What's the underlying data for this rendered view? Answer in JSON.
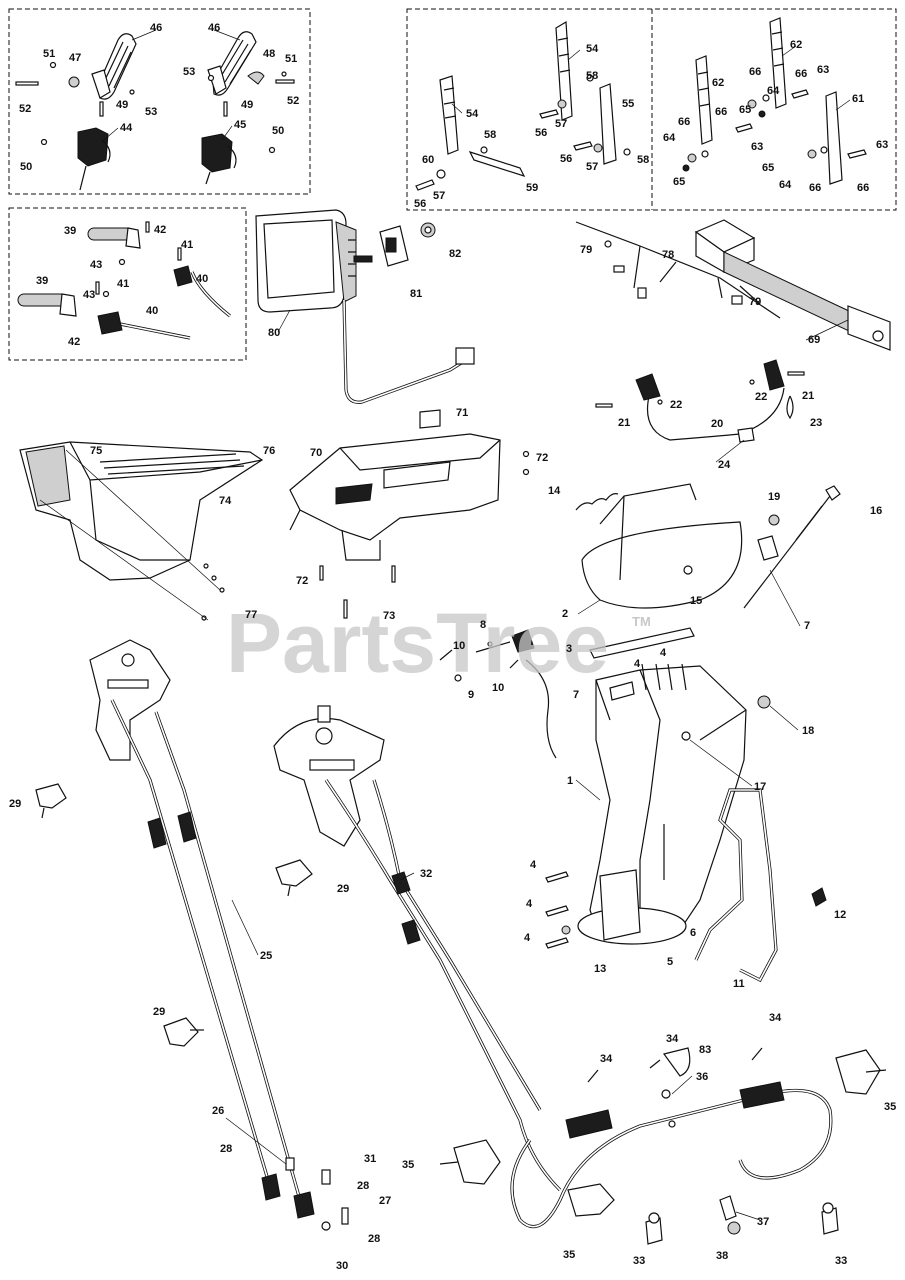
{
  "watermark": {
    "text": "PartsTree",
    "trademark": "TM"
  },
  "labels": [
    {
      "id": "46a",
      "text": "46"
    },
    {
      "id": "46b",
      "text": "46"
    },
    {
      "id": "51a",
      "text": "51"
    },
    {
      "id": "47",
      "text": "47"
    },
    {
      "id": "48",
      "text": "48"
    },
    {
      "id": "51b",
      "text": "51"
    },
    {
      "id": "53a",
      "text": "53"
    },
    {
      "id": "53b",
      "text": "53"
    },
    {
      "id": "52a",
      "text": "52"
    },
    {
      "id": "52b",
      "text": "52"
    },
    {
      "id": "49a",
      "text": "49"
    },
    {
      "id": "49b",
      "text": "49"
    },
    {
      "id": "44",
      "text": "44"
    },
    {
      "id": "45",
      "text": "45"
    },
    {
      "id": "50a",
      "text": "50"
    },
    {
      "id": "50b",
      "text": "50"
    },
    {
      "id": "54a",
      "text": "54"
    },
    {
      "id": "54b",
      "text": "54"
    },
    {
      "id": "58a",
      "text": "58"
    },
    {
      "id": "58b",
      "text": "58"
    },
    {
      "id": "58c",
      "text": "58"
    },
    {
      "id": "55",
      "text": "55"
    },
    {
      "id": "56a",
      "text": "56"
    },
    {
      "id": "56b",
      "text": "56"
    },
    {
      "id": "56c",
      "text": "56"
    },
    {
      "id": "57a",
      "text": "57"
    },
    {
      "id": "57b",
      "text": "57"
    },
    {
      "id": "57c",
      "text": "57"
    },
    {
      "id": "59",
      "text": "59"
    },
    {
      "id": "60",
      "text": "60"
    },
    {
      "id": "62a",
      "text": "62"
    },
    {
      "id": "62b",
      "text": "62"
    },
    {
      "id": "66a",
      "text": "66"
    },
    {
      "id": "66b",
      "text": "66"
    },
    {
      "id": "66c",
      "text": "66"
    },
    {
      "id": "66d",
      "text": "66"
    },
    {
      "id": "66e",
      "text": "66"
    },
    {
      "id": "66f",
      "text": "66"
    },
    {
      "id": "63a",
      "text": "63"
    },
    {
      "id": "63b",
      "text": "63"
    },
    {
      "id": "63c",
      "text": "63"
    },
    {
      "id": "61",
      "text": "61"
    },
    {
      "id": "64a",
      "text": "64"
    },
    {
      "id": "64b",
      "text": "64"
    },
    {
      "id": "64c",
      "text": "64"
    },
    {
      "id": "65a",
      "text": "65"
    },
    {
      "id": "65b",
      "text": "65"
    },
    {
      "id": "65c",
      "text": "65"
    },
    {
      "id": "39a",
      "text": "39"
    },
    {
      "id": "39b",
      "text": "39"
    },
    {
      "id": "42a",
      "text": "42"
    },
    {
      "id": "42b",
      "text": "42"
    },
    {
      "id": "41a",
      "text": "41"
    },
    {
      "id": "41b",
      "text": "41"
    },
    {
      "id": "43a",
      "text": "43"
    },
    {
      "id": "43b",
      "text": "43"
    },
    {
      "id": "40a",
      "text": "40"
    },
    {
      "id": "40b",
      "text": "40"
    },
    {
      "id": "80",
      "text": "80"
    },
    {
      "id": "81",
      "text": "81"
    },
    {
      "id": "82",
      "text": "82"
    },
    {
      "id": "79a",
      "text": "79"
    },
    {
      "id": "79b",
      "text": "79"
    },
    {
      "id": "78",
      "text": "78"
    },
    {
      "id": "69",
      "text": "69"
    },
    {
      "id": "22a",
      "text": "22"
    },
    {
      "id": "22b",
      "text": "22"
    },
    {
      "id": "21a",
      "text": "21"
    },
    {
      "id": "21b",
      "text": "21"
    },
    {
      "id": "20",
      "text": "20"
    },
    {
      "id": "23",
      "text": "23"
    },
    {
      "id": "24",
      "text": "24"
    },
    {
      "id": "75",
      "text": "75"
    },
    {
      "id": "76",
      "text": "76"
    },
    {
      "id": "74",
      "text": "74"
    },
    {
      "id": "71",
      "text": "71"
    },
    {
      "id": "70",
      "text": "70"
    },
    {
      "id": "72a",
      "text": "72"
    },
    {
      "id": "72b",
      "text": "72"
    },
    {
      "id": "73",
      "text": "73"
    },
    {
      "id": "77",
      "text": "77"
    },
    {
      "id": "14",
      "text": "14"
    },
    {
      "id": "19",
      "text": "19"
    },
    {
      "id": "16",
      "text": "16"
    },
    {
      "id": "2",
      "text": "2"
    },
    {
      "id": "15",
      "text": "15"
    },
    {
      "id": "7a",
      "text": "7"
    },
    {
      "id": "3",
      "text": "3"
    },
    {
      "id": "4a",
      "text": "4"
    },
    {
      "id": "4b",
      "text": "4"
    },
    {
      "id": "8",
      "text": "8"
    },
    {
      "id": "10a",
      "text": "10"
    },
    {
      "id": "10b",
      "text": "10"
    },
    {
      "id": "9",
      "text": "9"
    },
    {
      "id": "7b",
      "text": "7"
    },
    {
      "id": "18",
      "text": "18"
    },
    {
      "id": "17",
      "text": "17"
    },
    {
      "id": "1",
      "text": "1"
    },
    {
      "id": "4c",
      "text": "4"
    },
    {
      "id": "4d",
      "text": "4"
    },
    {
      "id": "4e",
      "text": "4"
    },
    {
      "id": "13",
      "text": "13"
    },
    {
      "id": "6",
      "text": "6"
    },
    {
      "id": "5",
      "text": "5"
    },
    {
      "id": "12",
      "text": "12"
    },
    {
      "id": "11",
      "text": "11"
    },
    {
      "id": "29a",
      "text": "29"
    },
    {
      "id": "29b",
      "text": "29"
    },
    {
      "id": "29c",
      "text": "29"
    },
    {
      "id": "32",
      "text": "32"
    },
    {
      "id": "25",
      "text": "25"
    },
    {
      "id": "26",
      "text": "26"
    },
    {
      "id": "28a",
      "text": "28"
    },
    {
      "id": "28b",
      "text": "28"
    },
    {
      "id": "28c",
      "text": "28"
    },
    {
      "id": "31",
      "text": "31"
    },
    {
      "id": "27",
      "text": "27"
    },
    {
      "id": "30",
      "text": "30"
    },
    {
      "id": "34a",
      "text": "34"
    },
    {
      "id": "34b",
      "text": "34"
    },
    {
      "id": "34c",
      "text": "34"
    },
    {
      "id": "83",
      "text": "83"
    },
    {
      "id": "36",
      "text": "36"
    },
    {
      "id": "35a",
      "text": "35"
    },
    {
      "id": "35b",
      "text": "35"
    },
    {
      "id": "35c",
      "text": "35"
    },
    {
      "id": "37",
      "text": "37"
    },
    {
      "id": "38",
      "text": "38"
    },
    {
      "id": "33a",
      "text": "33"
    },
    {
      "id": "33b",
      "text": "33"
    }
  ]
}
